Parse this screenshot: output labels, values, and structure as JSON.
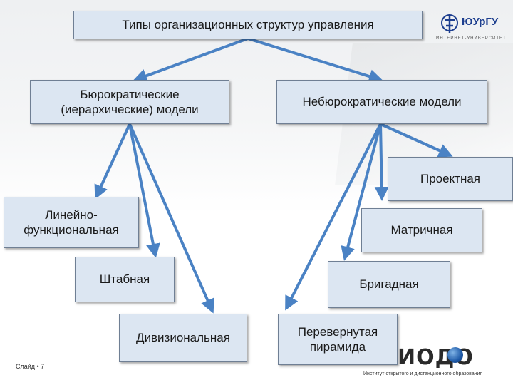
{
  "title": "Типы организационных структур управления",
  "branches": {
    "bureaucratic": "Бюрократические\n(иерархические) модели",
    "non_bureaucratic": "Небюрократические модели"
  },
  "bureaucratic_types": {
    "linear_functional": "Линейно-\nфункциональная",
    "staff": "Штабная",
    "divisional": "Дивизиональная"
  },
  "non_bureaucratic_types": {
    "project": "Проектная",
    "matrix": "Матричная",
    "brigade": "Бригадная",
    "inverted_pyramid": "Перевернутая\nпирамида"
  },
  "logos": {
    "susu_name": "ЮУрГУ",
    "susu_subtitle": "ИНТЕРНЕТ-УНИВЕРСИТЕТ",
    "iodo_word": "ИОДО",
    "institute": "Институт открытого и дистанционного образования"
  },
  "footer": {
    "slide_label": "Слайд • 7"
  },
  "colors": {
    "box_fill": "#dce6f2",
    "arrow": "#4a82c4",
    "logo_blue": "#1e3f8f"
  }
}
